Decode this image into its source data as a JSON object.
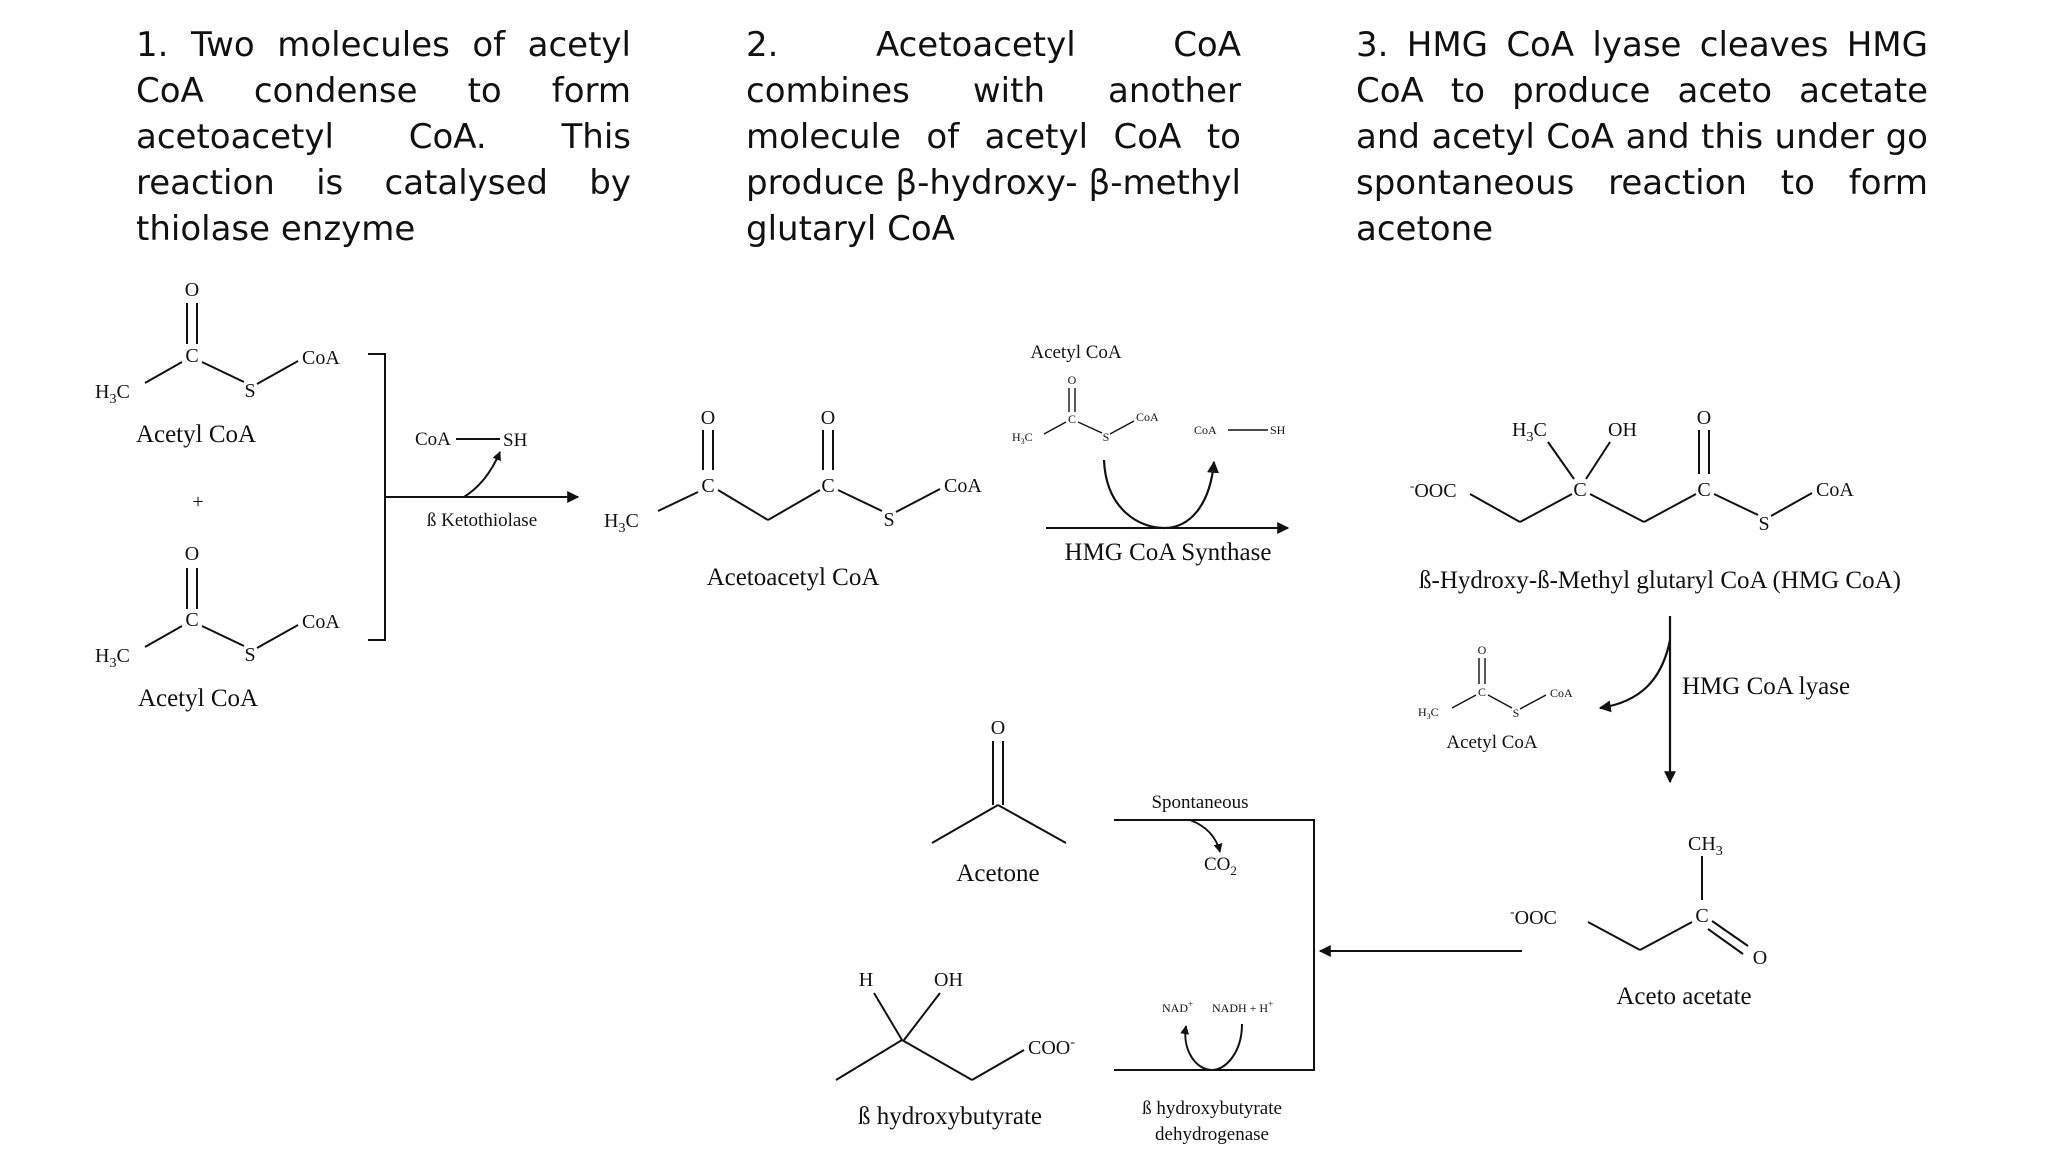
{
  "steps": [
    {
      "text": "1. Two molecules of acetyl CoA condense to form acetoacetyl CoA. This reaction is catalysed by thiolase enzyme"
    },
    {
      "text": "2. Acetoacetyl CoA combines with another molecule of acetyl CoA to produce β-hydroxy- β-methyl glutaryl CoA"
    },
    {
      "text": "3. HMG CoA lyase cleaves HMG CoA to produce aceto acetate and acetyl CoA and this under go spontaneous reaction to form acetone"
    }
  ],
  "atoms": {
    "o": "O",
    "c": "C",
    "s": "S",
    "h": "H",
    "oh": "OH",
    "coa": "CoA",
    "h3": "H",
    "h3_sub": "3",
    "h3_c": "C",
    "ch": "CH",
    "ch3_sub": "3",
    "ooc": "OOC",
    "minus": "-",
    "coo": "COO",
    "sh": "SH",
    "plus": "+"
  },
  "compounds": {
    "acetyl_coa": "Acetyl CoA",
    "acetoacetyl_coa": "Acetoacetyl CoA",
    "hmg_coa": "ß-Hydroxy-ß-Methyl glutaryl CoA (HMG CoA)",
    "aceto_acetate": "Aceto acetate",
    "acetone": "Acetone",
    "hydroxybutyrate": "ß hydroxybutyrate"
  },
  "enzymes": {
    "ketothiolase": "ß Ketothiolase",
    "hmg_synthase": "HMG CoA Synthase",
    "hmg_lyase": "HMG CoA lyase",
    "bhb_dehydrogenase_1": "ß hydroxybutyrate",
    "bhb_dehydrogenase_2": "dehydrogenase"
  },
  "annotations": {
    "spontaneous": "Spontaneous",
    "co2": "CO",
    "co2_sub": "2",
    "nad": "NAD",
    "nad_sup": "+",
    "nadh": "NADH + H",
    "nadh_sup": "+"
  }
}
